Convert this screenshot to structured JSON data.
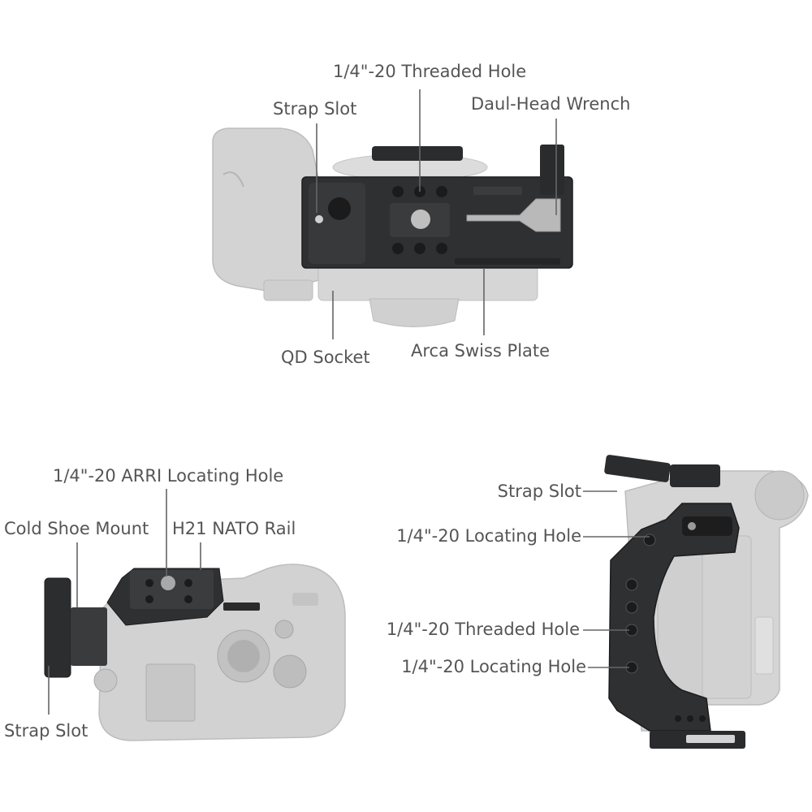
{
  "colors": {
    "label_text": "#555555",
    "leader_line": "#666666",
    "cage_metal": "#2e2f31",
    "camera_body": "#c9c9c9",
    "background": "#ffffff"
  },
  "views": {
    "top_view": {
      "labels": {
        "threaded_hole": "1/4\"-20 Threaded Hole",
        "strap_slot": "Strap Slot",
        "wrench": "Daul-Head Wrench",
        "qd_socket": "QD Socket",
        "arca_plate": "Arca Swiss Plate"
      }
    },
    "side_view": {
      "labels": {
        "arri_hole": "1/4\"-20 ARRI Locating Hole",
        "cold_shoe": "Cold Shoe Mount",
        "nato_rail": "H21 NATO Rail",
        "strap_slot": "Strap Slot"
      }
    },
    "front_view": {
      "labels": {
        "strap_slot": "Strap Slot",
        "locating_hole_top": "1/4\"-20 Locating Hole",
        "threaded_hole": "1/4\"-20 Threaded Hole",
        "locating_hole_bottom": "1/4\"-20 Locating Hole"
      }
    }
  },
  "icons": [
    "camera-cage-bottom-art",
    "camera-cage-top-art",
    "camera-cage-side-art"
  ]
}
